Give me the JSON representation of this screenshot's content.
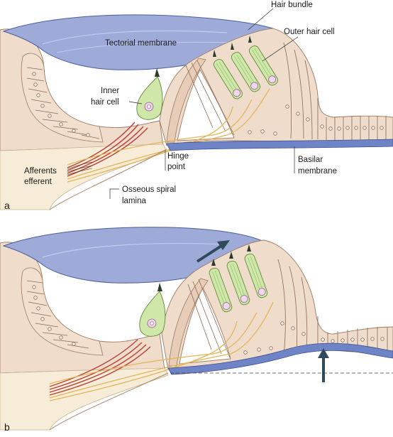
{
  "panels": [
    {
      "id": "a",
      "panel_label": "a",
      "labels": {
        "hair_bundle": "Hair bundle",
        "outer_hair_cell": "Outer hair cell",
        "tectorial_membrane": "Tectorial membrane",
        "inner_hair_cell_line1": "Inner",
        "inner_hair_cell_line2": "hair cell",
        "hinge_point_line1": "Hinge",
        "hinge_point_line2": "point",
        "basilar_membrane_line1": "Basilar",
        "basilar_membrane_line2": "membrane",
        "afferents": "Afferents",
        "efferent": "efferent",
        "osseous_line1": "Osseous spiral",
        "osseous_line2": "lamina"
      }
    },
    {
      "id": "b",
      "panel_label": "b",
      "arrows": [
        "tectorial-membrane-shift-arrow",
        "basilar-membrane-upward-arrow"
      ]
    }
  ],
  "colors": {
    "tectorial": "#9eabd9",
    "basilar": "#6f84c7",
    "tissue": "#efdccb",
    "hair_cell": "#cfe7a8",
    "afferent": "#b8413a",
    "efferent": "#e2b65a",
    "arrow": "#2f4a5a"
  }
}
